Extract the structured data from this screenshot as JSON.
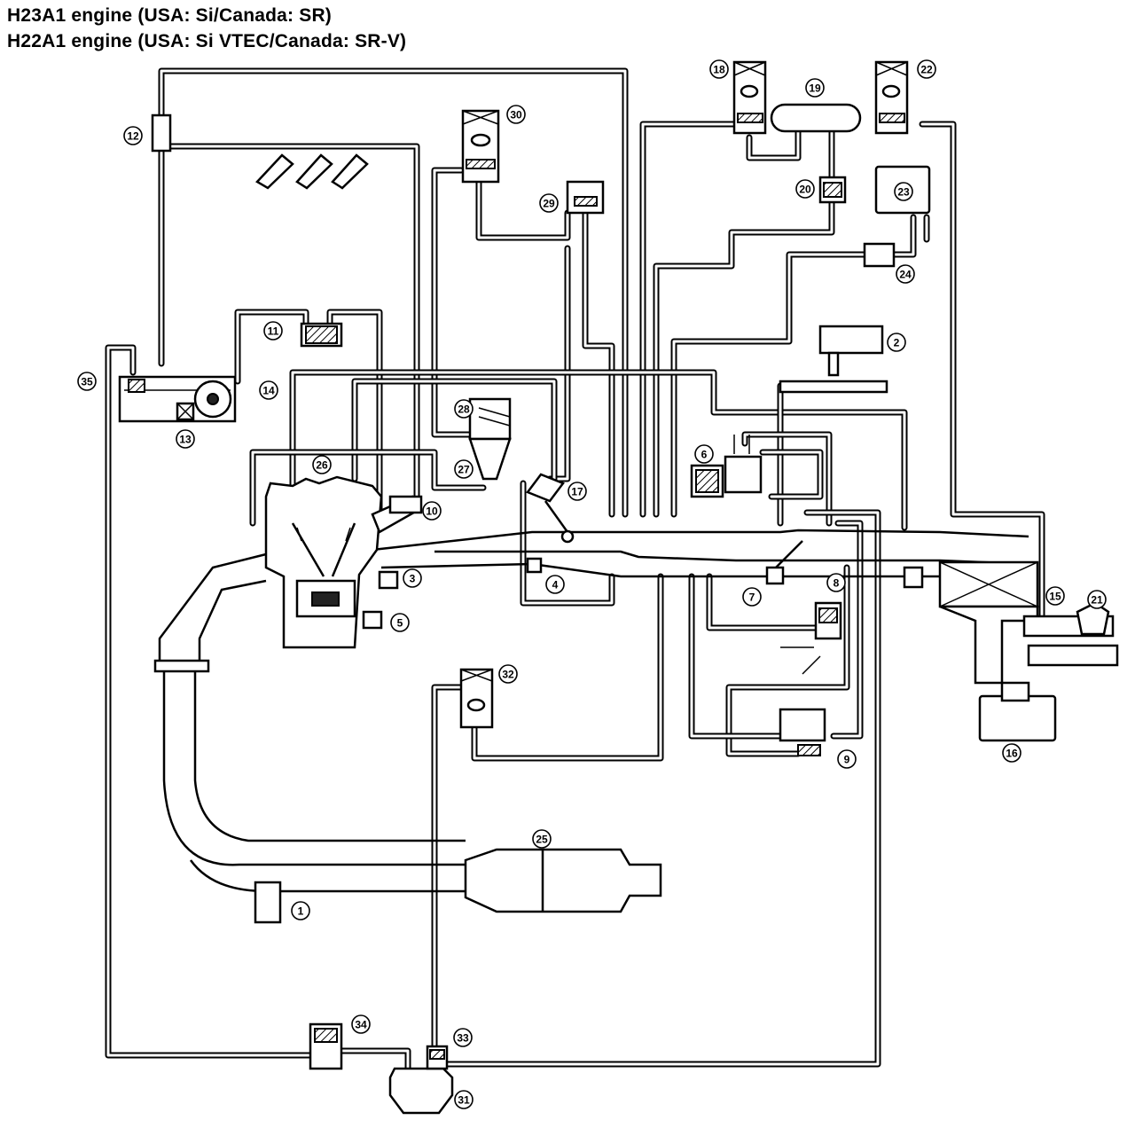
{
  "header": {
    "line1": "H23A1 engine (USA: Si/Canada: SR)",
    "line2": "H22A1 engine (USA: Si VTEC/Canada: SR-V)"
  },
  "callouts": [
    "1",
    "2",
    "3",
    "4",
    "5",
    "6",
    "7",
    "8",
    "9",
    "10",
    "11",
    "12",
    "13",
    "14",
    "15",
    "16",
    "17",
    "18",
    "19",
    "20",
    "21",
    "22",
    "23",
    "24",
    "25",
    "26",
    "27",
    "28",
    "29",
    "30",
    "31",
    "32",
    "33",
    "34",
    "35"
  ]
}
